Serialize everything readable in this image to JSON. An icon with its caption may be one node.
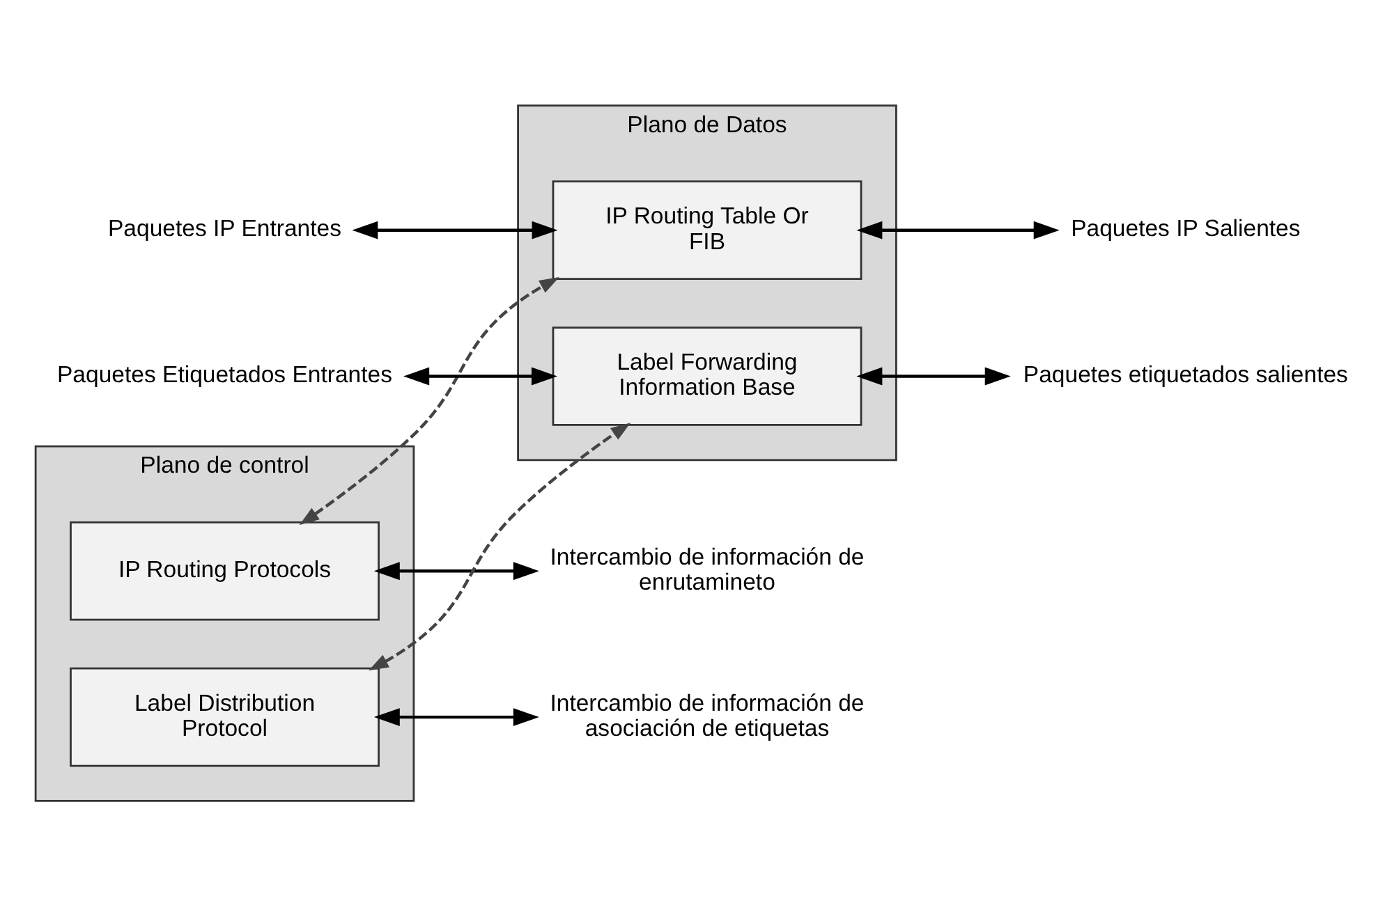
{
  "diagram": {
    "nodes": [
      {
        "text": [
          "Plano de control"
        ]
      },
      {
        "text": [
          "IP Routing Protocols"
        ],
        "in": 0
      },
      {
        "text": [
          "Label Distribution Protocol"
        ],
        "in": 0
      },
      {
        "text": [
          "Plano de Datos"
        ]
      },
      {
        "text": [
          "IP Routing Table Or FIB"
        ],
        "in": 3
      },
      {
        "text": [
          "Label Forwarding Information Base"
        ],
        "in": 3
      },
      {
        "text": [
          "Intercambio de información de enrutamineto"
        ]
      },
      {
        "text": [
          "Intercambio de información de asociación de etiquetas"
        ]
      },
      {
        "text": [
          "Paquetes IP Entrantes"
        ]
      },
      {
        "text": [
          "Paquetes Etiquetados Entrantes"
        ]
      },
      {
        "text": [
          "Paquetes IP Salientes"
        ]
      },
      {
        "text": [
          "Paquetes etiquetados salientes"
        ]
      }
    ],
    "edges": [
      {
        "from": 1,
        "to": 6,
        "arrow": "both"
      },
      {
        "from": 2,
        "to": 7,
        "arrow": "both"
      },
      {
        "from": 8,
        "to": 4,
        "arrow": "both"
      },
      {
        "from": 4,
        "to": 10,
        "arrow": "both"
      },
      {
        "from": 9,
        "to": 5,
        "arrow": "both"
      },
      {
        "from": 5,
        "to": 11,
        "arrow": "both"
      },
      {
        "from": 1,
        "to": 4,
        "arrow": "both",
        "style": "dashed"
      },
      {
        "from": 2,
        "to": 5,
        "arrow": "both",
        "style": "dashed"
      }
    ]
  }
}
